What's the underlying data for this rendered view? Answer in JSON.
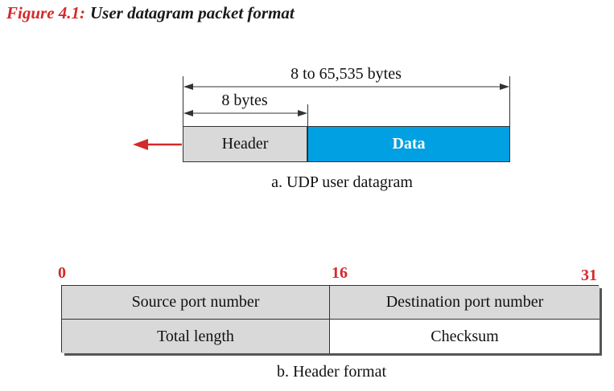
{
  "figure": {
    "label": "Figure 4.1:",
    "title": "User datagram packet format"
  },
  "datagram": {
    "total_length_label": "8 to 65,535 bytes",
    "header_length_label": "8 bytes",
    "header_label": "Header",
    "data_label": "Data",
    "caption": "a. UDP user datagram"
  },
  "header_format": {
    "bit_labels": [
      "0",
      "16",
      "31"
    ],
    "rows": [
      [
        "Source port number",
        "Destination port number"
      ],
      [
        "Total length",
        "Checksum"
      ]
    ],
    "caption": "b. Header format"
  },
  "colors": {
    "accent": "#d42a2a",
    "data_fill": "#00a0e3",
    "header_fill": "#d9d9d9"
  }
}
